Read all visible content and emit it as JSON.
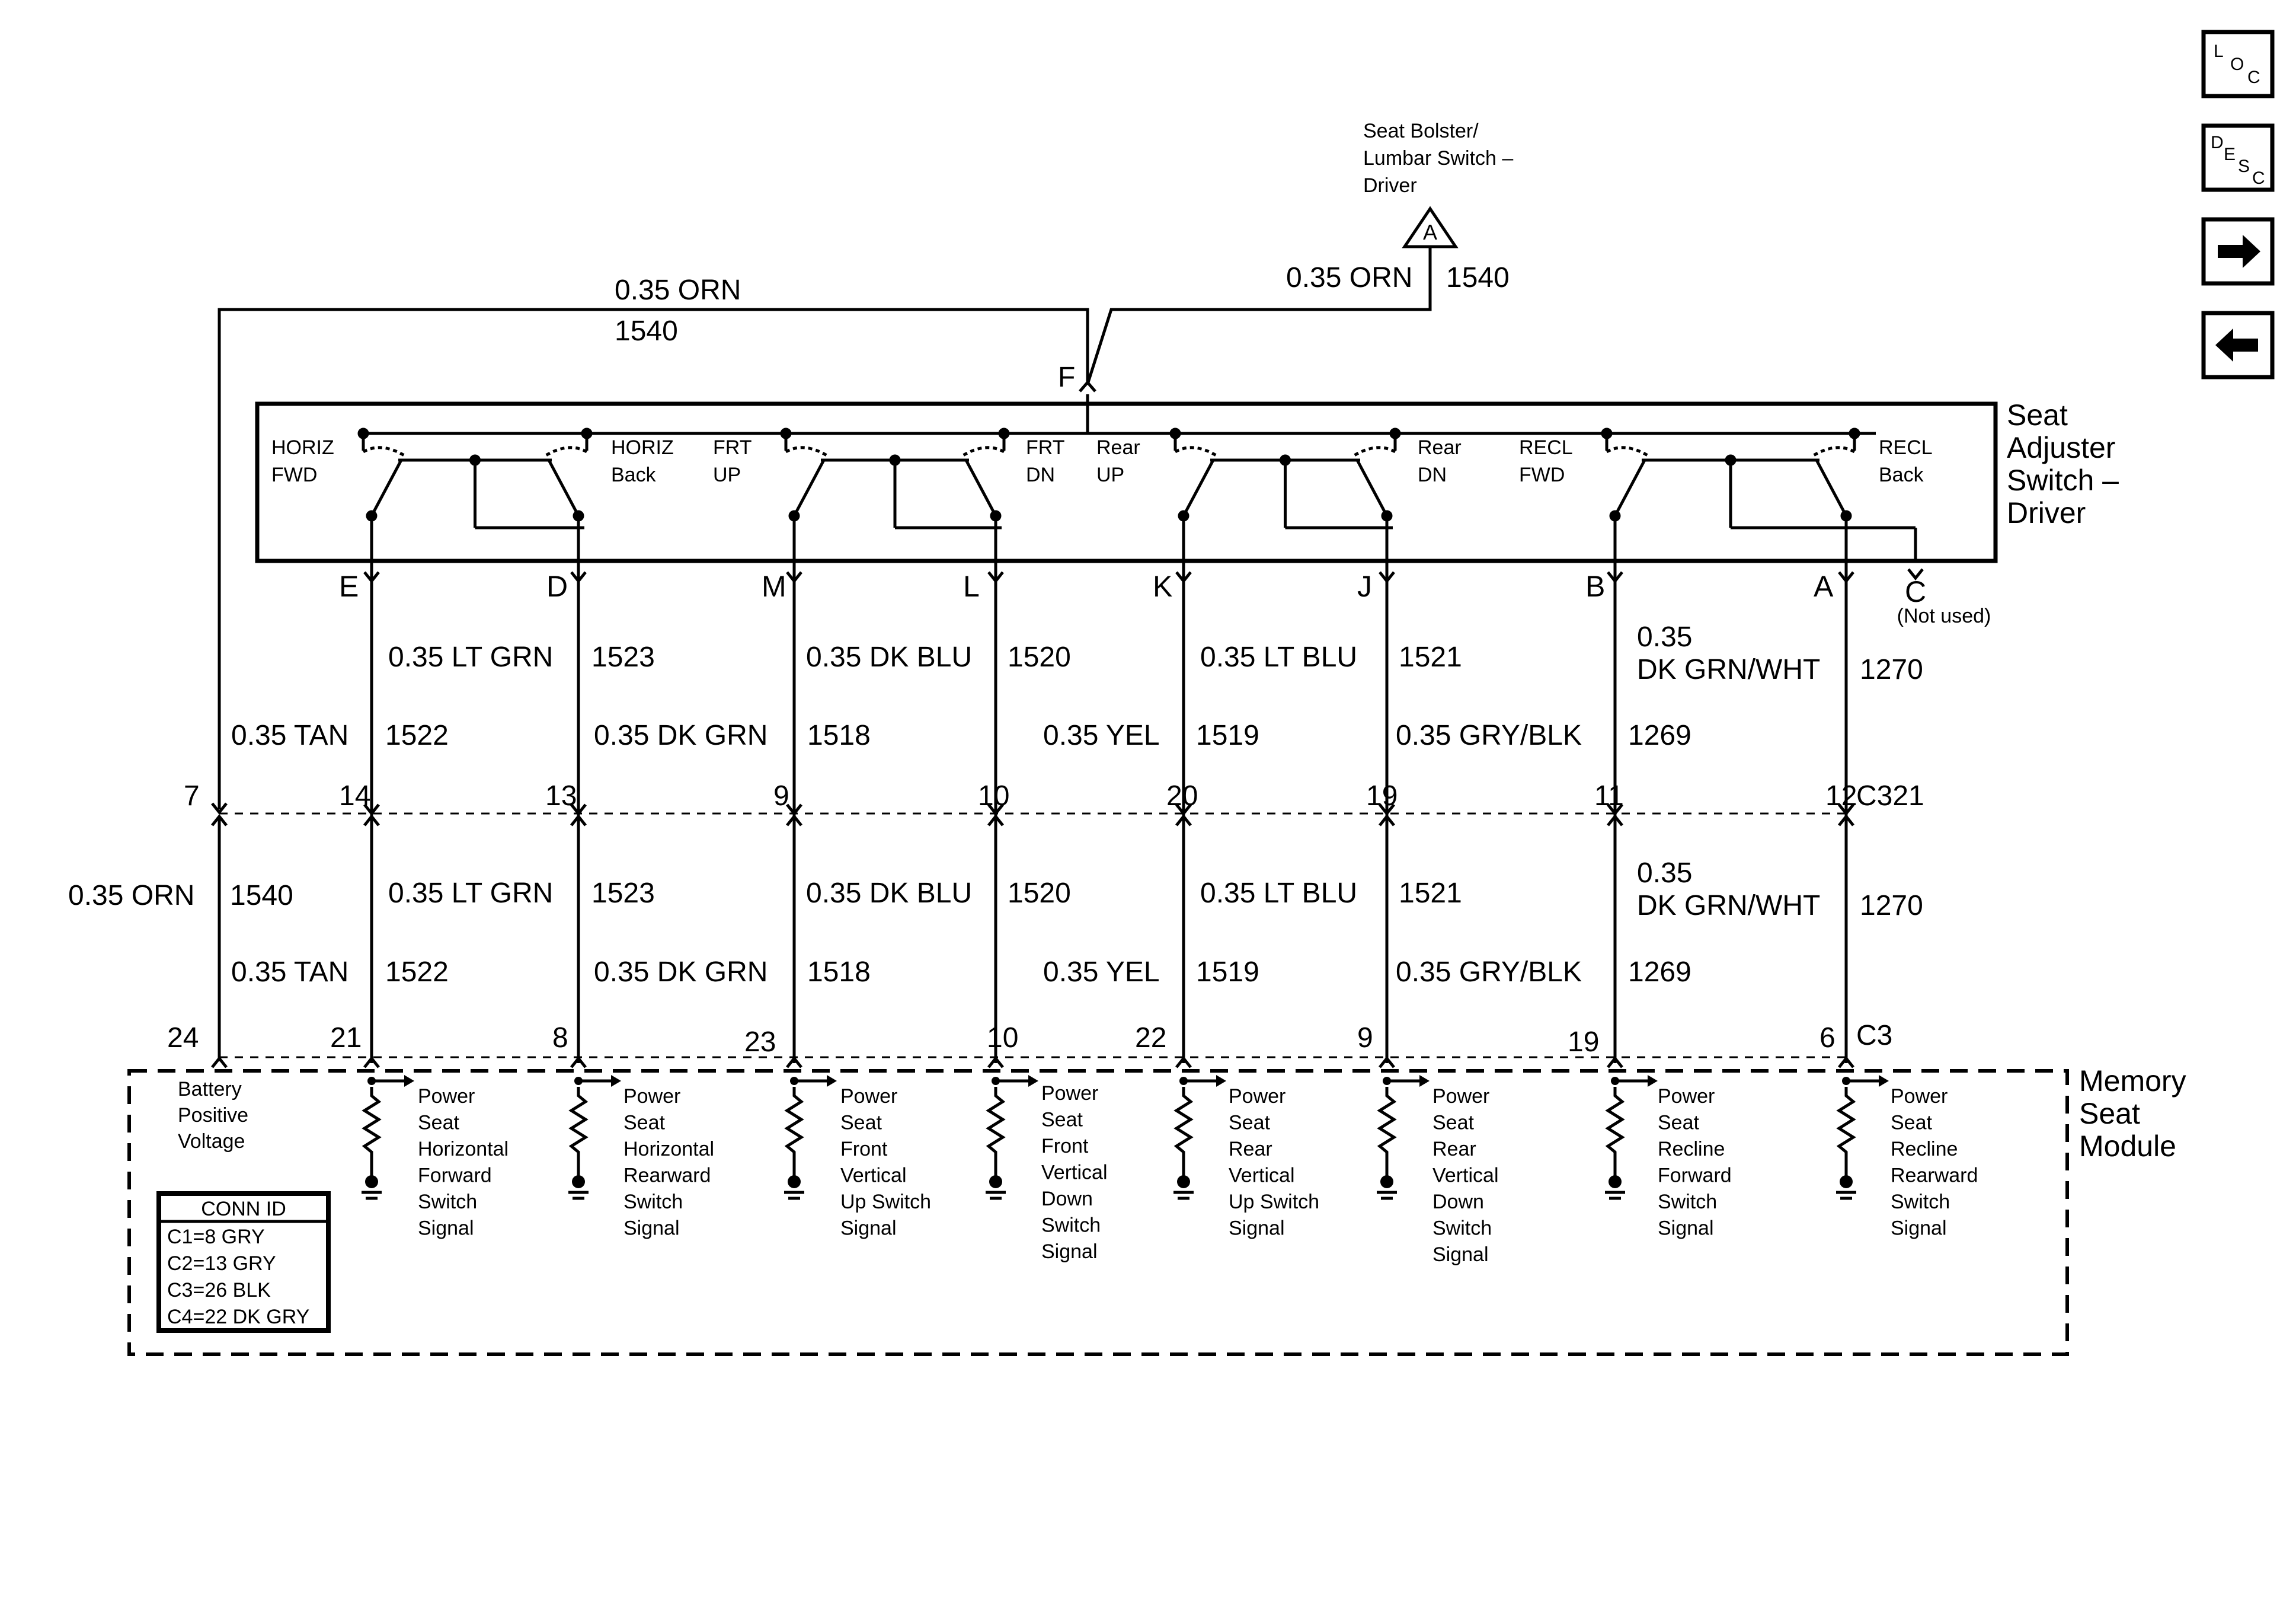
{
  "remote": {
    "label_lines": [
      "Seat Bolster/",
      "Lumbar Switch –",
      "Driver"
    ],
    "connector": "A"
  },
  "switch_box": {
    "title_lines": [
      "Seat",
      "Adjuster",
      "Switch –",
      "Driver"
    ],
    "top_pin": "F",
    "not_used": "(Not used)"
  },
  "contact_labels": [
    {
      "lines": [
        "HORIZ",
        "FWD"
      ]
    },
    {
      "lines": [
        "HORIZ",
        "Back"
      ]
    },
    {
      "lines": [
        "FRT",
        "UP"
      ]
    },
    {
      "lines": [
        "FRT",
        "DN"
      ]
    },
    {
      "lines": [
        "Rear",
        "UP"
      ]
    },
    {
      "lines": [
        "Rear",
        "DN"
      ]
    },
    {
      "lines": [
        "RECL",
        "FWD"
      ]
    },
    {
      "lines": [
        "RECL",
        "Back"
      ]
    }
  ],
  "top_wire": {
    "color": "0.35 ORN",
    "circuit": "1540"
  },
  "remote_wire": {
    "color": "0.35 ORN",
    "circuit": "1540"
  },
  "connectors": {
    "inline": "C321",
    "module": "C3"
  },
  "module": {
    "title_lines": [
      "Memory",
      "Seat",
      "Module"
    ],
    "battery_lines": [
      "Battery",
      "Positive",
      "Voltage"
    ],
    "conn_id": {
      "title": "CONN ID",
      "rows": [
        "C1=8 GRY",
        "C2=13 GRY",
        "C3=26 BLK",
        "C4=22 DK GRY"
      ]
    }
  },
  "battery_circuit": {
    "c321_pin": "7",
    "c3_pin": "24",
    "color": "0.35 ORN",
    "circuit": "1540"
  },
  "circuits": [
    {
      "switch_pin": "E",
      "c321_pin": "14",
      "c3_pin": "21",
      "color": "0.35 TAN",
      "circuit": "1522",
      "signal_lines": [
        "Power",
        "Seat",
        "Horizontal",
        "Forward",
        "Switch",
        "Signal"
      ]
    },
    {
      "switch_pin": "D",
      "c321_pin": "13",
      "c3_pin": "8",
      "color": "0.35 LT GRN",
      "circuit": "1523",
      "signal_lines": [
        "Power",
        "Seat",
        "Horizontal",
        "Rearward",
        "Switch",
        "Signal"
      ]
    },
    {
      "switch_pin": "M",
      "c321_pin": "9",
      "c3_pin": "23",
      "color": "0.35 DK GRN",
      "circuit": "1518",
      "signal_lines": [
        "Power",
        "Seat",
        "Front",
        "Vertical",
        "Up Switch",
        "Signal"
      ]
    },
    {
      "switch_pin": "L",
      "c321_pin": "10",
      "c3_pin": "10",
      "color": "0.35 DK BLU",
      "circuit": "1520",
      "signal_lines": [
        "Power",
        "Seat",
        "Front",
        "Vertical",
        "Down",
        "Switch",
        "Signal"
      ]
    },
    {
      "switch_pin": "K",
      "c321_pin": "20",
      "c3_pin": "22",
      "color": "0.35 YEL",
      "circuit": "1519",
      "signal_lines": [
        "Power",
        "Seat",
        "Rear",
        "Vertical",
        "Up Switch",
        "Signal"
      ]
    },
    {
      "switch_pin": "J",
      "c321_pin": "19",
      "c3_pin": "9",
      "color": "0.35 LT BLU",
      "circuit": "1521",
      "signal_lines": [
        "Power",
        "Seat",
        "Rear",
        "Vertical",
        "Down",
        "Switch",
        "Signal"
      ]
    },
    {
      "switch_pin": "B",
      "c321_pin": "11",
      "c3_pin": "19",
      "color": "0.35 GRY/BLK",
      "circuit": "1269",
      "signal_lines": [
        "Power",
        "Seat",
        "Recline",
        "Forward",
        "Switch",
        "Signal"
      ]
    },
    {
      "switch_pin": "A",
      "c321_pin": "12",
      "c3_pin": "6",
      "color_lines": [
        "0.35",
        "DK GRN/WHT"
      ],
      "circuit": "1270",
      "signal_lines": [
        "Power",
        "Seat",
        "Recline",
        "Rearward",
        "Switch",
        "Signal"
      ]
    }
  ],
  "switch_pin_c": "C",
  "nav": [
    {
      "name": "loc-button",
      "letters": [
        "L",
        "O",
        "C"
      ]
    },
    {
      "name": "desc-button",
      "letters": [
        "D",
        "E",
        "S",
        "C"
      ]
    },
    {
      "name": "next-arrow-icon",
      "glyph": "right-arrow-icon"
    },
    {
      "name": "back-arrow-icon",
      "glyph": "left-arrow-icon"
    }
  ]
}
